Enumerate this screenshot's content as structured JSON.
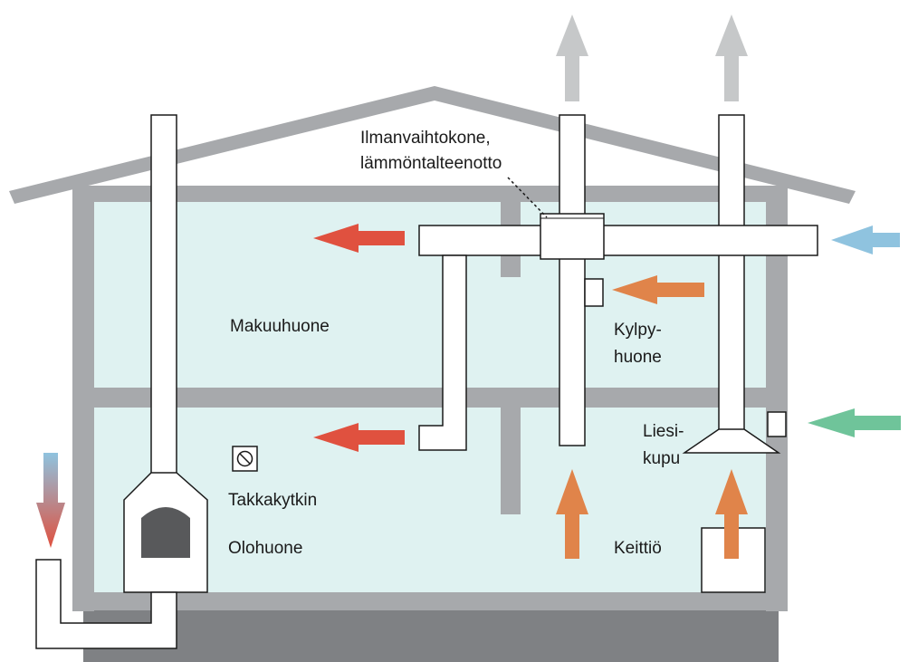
{
  "labels": {
    "machine_line1": "Ilmanvaihtokone,",
    "machine_line2": "lämmöntalteenotto",
    "bedroom": "Makuuhuone",
    "bathroom_line1": "Kylpy-",
    "bathroom_line2": "huone",
    "hood_line1": "Liesi-",
    "hood_line2": "kupu",
    "fireplace_switch": "Takkakytkin",
    "living_room": "Olohuone",
    "kitchen": "Keittiö"
  },
  "colors": {
    "exhaust_out": "#c6c8c9",
    "outdoor_in": "#8fc3df",
    "supply": "#e0513f",
    "extract": "#e0844a",
    "kitchen_in": "#6fc49a",
    "wall": "#a7a9ac",
    "room": "#dff2f1",
    "foundation": "#7f8184",
    "stove_door": "#58595b"
  },
  "icons": {
    "switch": "fireplace-switch-icon"
  }
}
